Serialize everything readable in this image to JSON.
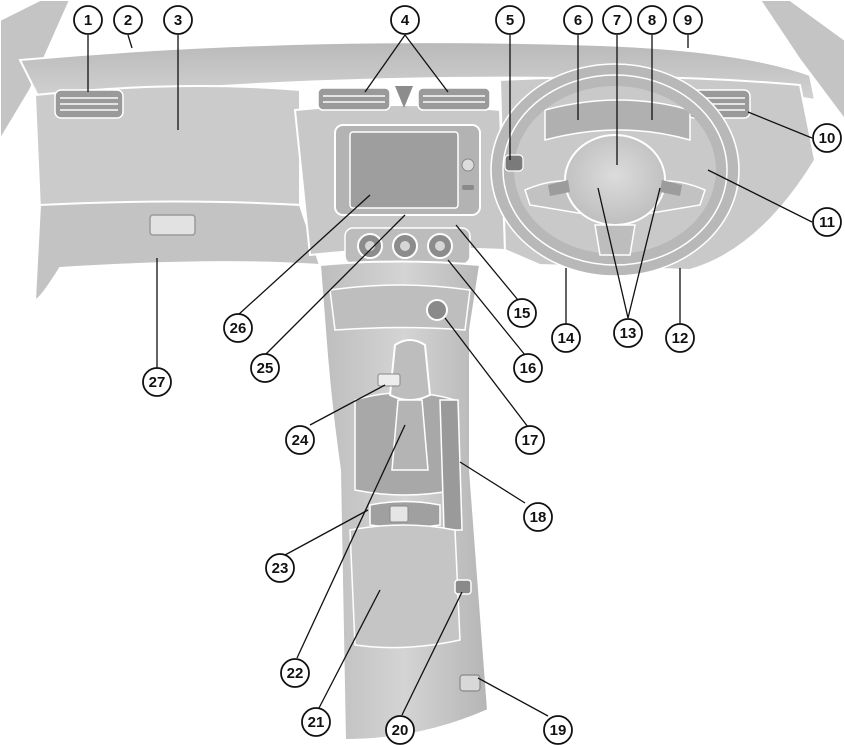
{
  "diagram": {
    "callouts": [
      {
        "id": "1",
        "label": "1"
      },
      {
        "id": "2",
        "label": "2"
      },
      {
        "id": "3",
        "label": "3"
      },
      {
        "id": "4",
        "label": "4"
      },
      {
        "id": "5",
        "label": "5"
      },
      {
        "id": "6",
        "label": "6"
      },
      {
        "id": "7",
        "label": "7"
      },
      {
        "id": "8",
        "label": "8"
      },
      {
        "id": "9",
        "label": "9"
      },
      {
        "id": "10",
        "label": "10"
      },
      {
        "id": "11",
        "label": "11"
      },
      {
        "id": "12",
        "label": "12"
      },
      {
        "id": "13",
        "label": "13"
      },
      {
        "id": "14",
        "label": "14"
      },
      {
        "id": "15",
        "label": "15"
      },
      {
        "id": "16",
        "label": "16"
      },
      {
        "id": "17",
        "label": "17"
      },
      {
        "id": "18",
        "label": "18"
      },
      {
        "id": "19",
        "label": "19"
      },
      {
        "id": "20",
        "label": "20"
      },
      {
        "id": "21",
        "label": "21"
      },
      {
        "id": "22",
        "label": "22"
      },
      {
        "id": "23",
        "label": "23"
      },
      {
        "id": "24",
        "label": "24"
      },
      {
        "id": "25",
        "label": "25"
      },
      {
        "id": "26",
        "label": "26"
      },
      {
        "id": "27",
        "label": "27"
      }
    ],
    "colors": {
      "dashboard_fill": "#cccccc",
      "dashboard_shadow": "#a9a9a9",
      "dark_part": "#8c8c8c",
      "outline": "#ffffff",
      "callout_stroke": "#111111",
      "callout_fill": "#ffffff"
    }
  }
}
